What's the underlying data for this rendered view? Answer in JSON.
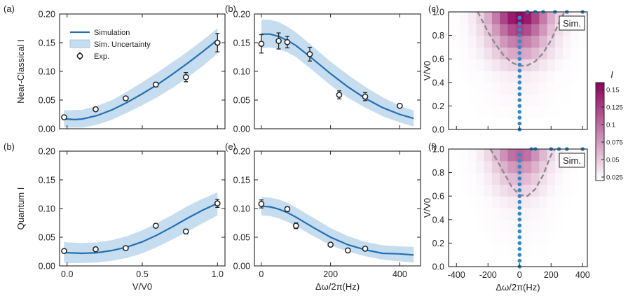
{
  "figure": {
    "ylabel_top": "Near-Classical I",
    "ylabel_bottom": "Quantum I",
    "colorbar_label": "I",
    "colorbar_ticks": [
      0.025,
      0.05,
      0.075,
      0.1,
      0.125,
      0.15
    ],
    "colorbar_min_color": "#ffffff",
    "colorbar_max_color": "#8c005a",
    "sim_line_color": "#2470b3",
    "band_color": "#c6dcef",
    "legend": [
      "Simulation",
      "Sim. Uncertainty",
      "Exp."
    ]
  },
  "chart_data": [
    {
      "panel": "(a)",
      "type": "line",
      "xlabel": "",
      "ylabel": "Near-Classical I",
      "xlim": [
        -0.05,
        1.05
      ],
      "ylim": [
        0,
        0.2
      ],
      "xticks": [
        0.0,
        0.5,
        1.0
      ],
      "xticklabels": [],
      "yticks": [
        0,
        0.05,
        0.1,
        0.15,
        0.2
      ],
      "yticklabels": [
        "0.00",
        "0.05",
        "0.10",
        "0.15",
        "0.20"
      ],
      "legend": [
        "Simulation",
        "Sim. Uncertainty",
        "Exp."
      ],
      "series": [
        {
          "name": "Simulation",
          "x": [
            -0.02,
            0.0,
            0.05,
            0.1,
            0.2,
            0.3,
            0.4,
            0.5,
            0.6,
            0.7,
            0.8,
            0.9,
            1.0
          ],
          "y": [
            0.018,
            0.017,
            0.016,
            0.017,
            0.023,
            0.033,
            0.046,
            0.061,
            0.077,
            0.095,
            0.114,
            0.134,
            0.155
          ]
        },
        {
          "name": "Sim. Uncertainty",
          "x": [
            -0.02,
            0.0,
            0.1,
            0.2,
            0.3,
            0.4,
            0.5,
            0.6,
            0.7,
            0.8,
            0.9,
            1.0
          ],
          "y_low": [
            0.003,
            0.002,
            0.002,
            0.007,
            0.016,
            0.028,
            0.041,
            0.055,
            0.071,
            0.089,
            0.109,
            0.131
          ],
          "y_high": [
            0.033,
            0.032,
            0.033,
            0.04,
            0.05,
            0.065,
            0.081,
            0.098,
            0.116,
            0.134,
            0.154,
            0.175
          ]
        },
        {
          "name": "Exp.",
          "x": [
            -0.02,
            0.19,
            0.39,
            0.59,
            0.79,
            1.0
          ],
          "y": [
            0.02,
            0.034,
            0.053,
            0.077,
            0.09,
            0.15
          ],
          "err": [
            0.002,
            0.003,
            0.003,
            0.004,
            0.008,
            0.016
          ]
        }
      ]
    },
    {
      "panel": "(b)",
      "type": "line",
      "xlabel": "",
      "ylabel": "",
      "xlim": [
        -20,
        460
      ],
      "ylim": [
        0,
        0.2
      ],
      "xticks": [
        0,
        200,
        400
      ],
      "xticklabels": [],
      "yticks": [
        0,
        0.05,
        0.1,
        0.15,
        0.2
      ],
      "yticklabels": [
        "0.00",
        "0.05",
        "0.10",
        "0.15",
        "0.20"
      ],
      "series": [
        {
          "name": "Simulation",
          "x": [
            0,
            25,
            50,
            75,
            100,
            150,
            200,
            250,
            300,
            350,
            400,
            440
          ],
          "y": [
            0.165,
            0.165,
            0.161,
            0.154,
            0.145,
            0.121,
            0.096,
            0.073,
            0.053,
            0.037,
            0.025,
            0.018
          ]
        },
        {
          "name": "Sim. Uncertainty",
          "x": [
            0,
            25,
            50,
            75,
            100,
            150,
            200,
            250,
            300,
            350,
            400,
            440
          ],
          "y_low": [
            0.14,
            0.142,
            0.139,
            0.133,
            0.125,
            0.101,
            0.076,
            0.054,
            0.037,
            0.022,
            0.011,
            0.004
          ],
          "y_high": [
            0.19,
            0.19,
            0.186,
            0.178,
            0.168,
            0.143,
            0.117,
            0.094,
            0.073,
            0.055,
            0.04,
            0.032
          ]
        },
        {
          "name": "Exp.",
          "x": [
            0,
            50,
            75,
            140,
            225,
            300,
            400
          ],
          "y": [
            0.148,
            0.153,
            0.151,
            0.13,
            0.059,
            0.056,
            0.04
          ],
          "err": [
            0.016,
            0.014,
            0.01,
            0.012,
            0.007,
            0.007,
            0.003
          ]
        }
      ]
    },
    {
      "panel": "(c)",
      "type": "heatmap",
      "xlabel": "",
      "ylabel": "V/V0",
      "xlim": [
        -450,
        430
      ],
      "ylim": [
        0,
        1.0
      ],
      "xticks": [
        -400,
        -200,
        0,
        200,
        400
      ],
      "xticklabels": [],
      "yticks": [
        0,
        0.2,
        0.4,
        0.6,
        0.8,
        1.0
      ],
      "yticklabels": [
        "0.0",
        "0.2",
        "0.4",
        "0.6",
        "0.8",
        "1.0"
      ],
      "annotation": "Sim.",
      "value_range": [
        0.02,
        0.16
      ],
      "x_centers": [
        -400,
        -350,
        -300,
        -250,
        -200,
        -150,
        -100,
        -50,
        0,
        50,
        100,
        150,
        200,
        250,
        300,
        350,
        400
      ],
      "v_centers": [
        0.05,
        0.15,
        0.25,
        0.35,
        0.45,
        0.55,
        0.65,
        0.75,
        0.85,
        0.95
      ],
      "peaks": [
        0.02,
        0.022,
        0.024,
        0.027,
        0.03,
        0.045,
        0.07,
        0.095,
        0.125,
        0.155
      ],
      "width_hz": 190,
      "boundary": {
        "x": [
          -265,
          -200,
          -150,
          -100,
          -50,
          0,
          50,
          100,
          150,
          200,
          255,
          285
        ],
        "y": [
          1.0,
          0.83,
          0.72,
          0.63,
          0.57,
          0.54,
          0.545,
          0.58,
          0.65,
          0.76,
          0.92,
          1.0
        ]
      },
      "sample_points": {
        "x": [
          0,
          0,
          0,
          0,
          0,
          0,
          0,
          0,
          0,
          0,
          0,
          0,
          0,
          0,
          0,
          0,
          0,
          0,
          0,
          0,
          50,
          100,
          150,
          225,
          300,
          400
        ],
        "y": [
          0,
          0.05,
          0.1,
          0.15,
          0.2,
          0.25,
          0.3,
          0.35,
          0.4,
          0.45,
          0.5,
          0.55,
          0.6,
          0.65,
          0.7,
          0.75,
          0.8,
          0.85,
          0.9,
          0.95,
          1.0,
          1.0,
          1.0,
          1.0,
          1.0,
          1.0
        ]
      }
    },
    {
      "panel": "(b)",
      "type": "line",
      "xlabel": "V/V0",
      "ylabel": "Quantum I",
      "xlim": [
        -0.05,
        1.05
      ],
      "ylim": [
        0,
        0.2
      ],
      "xticks": [
        0.0,
        0.5,
        1.0
      ],
      "xticklabels": [
        "0.0",
        "0.5",
        "1.0"
      ],
      "yticks": [
        0,
        0.05,
        0.1,
        0.15,
        0.2
      ],
      "yticklabels": [
        "0.00",
        "0.05",
        "0.10",
        "0.15",
        "0.20"
      ],
      "series": [
        {
          "name": "Simulation",
          "x": [
            -0.02,
            0.0,
            0.1,
            0.2,
            0.3,
            0.4,
            0.5,
            0.6,
            0.7,
            0.8,
            0.9,
            1.0
          ],
          "y": [
            0.024,
            0.023,
            0.022,
            0.023,
            0.027,
            0.033,
            0.042,
            0.054,
            0.068,
            0.083,
            0.097,
            0.109
          ]
        },
        {
          "name": "Sim. Uncertainty",
          "x": [
            -0.02,
            0.0,
            0.1,
            0.2,
            0.3,
            0.4,
            0.5,
            0.6,
            0.7,
            0.8,
            0.9,
            1.0
          ],
          "y_low": [
            0.006,
            0.005,
            0.005,
            0.006,
            0.009,
            0.014,
            0.022,
            0.033,
            0.046,
            0.06,
            0.074,
            0.088
          ],
          "y_high": [
            0.042,
            0.041,
            0.04,
            0.041,
            0.045,
            0.052,
            0.062,
            0.075,
            0.089,
            0.104,
            0.117,
            0.128
          ]
        },
        {
          "name": "Exp.",
          "x": [
            -0.02,
            0.19,
            0.39,
            0.59,
            0.79,
            1.0
          ],
          "y": [
            0.026,
            0.029,
            0.031,
            0.07,
            0.06,
            0.109
          ],
          "err": [
            0.002,
            0.002,
            0.003,
            0.002,
            0.004,
            0.007
          ]
        }
      ]
    },
    {
      "panel": "(e)",
      "type": "line",
      "xlabel": "Δω/2π(Hz)",
      "ylabel": "",
      "xlim": [
        -20,
        460
      ],
      "ylim": [
        0,
        0.2
      ],
      "xticks": [
        0,
        200,
        400
      ],
      "xticklabels": [
        "0",
        "200",
        "400"
      ],
      "yticks": [
        0,
        0.05,
        0.1,
        0.15,
        0.2
      ],
      "yticklabels": [
        "0.00",
        "0.05",
        "0.10",
        "0.15",
        "0.20"
      ],
      "series": [
        {
          "name": "Simulation",
          "x": [
            0,
            25,
            50,
            75,
            100,
            150,
            200,
            250,
            300,
            350,
            400,
            440
          ],
          "y": [
            0.104,
            0.103,
            0.099,
            0.093,
            0.085,
            0.067,
            0.05,
            0.037,
            0.028,
            0.022,
            0.021,
            0.019
          ]
        },
        {
          "name": "Sim. Uncertainty",
          "x": [
            0,
            25,
            50,
            75,
            100,
            150,
            200,
            250,
            300,
            350,
            400,
            440
          ],
          "y_low": [
            0.088,
            0.087,
            0.083,
            0.077,
            0.069,
            0.052,
            0.036,
            0.025,
            0.017,
            0.011,
            0.008,
            0.006
          ],
          "y_high": [
            0.12,
            0.119,
            0.116,
            0.11,
            0.102,
            0.084,
            0.066,
            0.052,
            0.042,
            0.036,
            0.034,
            0.033
          ]
        },
        {
          "name": "Exp.",
          "x": [
            0,
            75,
            100,
            200,
            250,
            300
          ],
          "y": [
            0.108,
            0.099,
            0.07,
            0.037,
            0.027,
            0.03
          ],
          "err": [
            0.007,
            0.004,
            0.005,
            0.003,
            0.002,
            0.002
          ]
        }
      ]
    },
    {
      "panel": "(f)",
      "type": "heatmap",
      "xlabel": "Δω/2π(Hz)",
      "ylabel": "V/V0",
      "xlim": [
        -450,
        430
      ],
      "ylim": [
        0,
        1.0
      ],
      "xticks": [
        -400,
        -200,
        0,
        200,
        400
      ],
      "xticklabels": [
        "-400",
        "-200",
        "0",
        "200",
        "400"
      ],
      "yticks": [
        0,
        0.2,
        0.4,
        0.6,
        0.8,
        1.0
      ],
      "yticklabels": [
        "0.0",
        "0.2",
        "0.4",
        "0.6",
        "0.8",
        "1.0"
      ],
      "annotation": "Sim.",
      "value_range": [
        0.02,
        0.16
      ],
      "x_centers": [
        -400,
        -350,
        -300,
        -250,
        -200,
        -150,
        -100,
        -50,
        0,
        50,
        100,
        150,
        200,
        250,
        300,
        350,
        400
      ],
      "v_centers": [
        0.05,
        0.15,
        0.25,
        0.35,
        0.45,
        0.55,
        0.65,
        0.75,
        0.85,
        0.95
      ],
      "peaks": [
        0.02,
        0.021,
        0.022,
        0.024,
        0.026,
        0.032,
        0.045,
        0.06,
        0.08,
        0.105
      ],
      "width_hz": 170,
      "boundary": {
        "x": [
          -185,
          -150,
          -100,
          -50,
          0,
          50,
          100,
          150,
          200,
          225
        ],
        "y": [
          1.0,
          0.92,
          0.8,
          0.68,
          0.61,
          0.6,
          0.66,
          0.78,
          0.95,
          1.0
        ]
      },
      "sample_points": {
        "x": [
          0,
          0,
          0,
          0,
          0,
          0,
          0,
          0,
          0,
          0,
          0,
          0,
          0,
          0,
          0,
          0,
          0,
          0,
          0,
          0,
          75,
          100,
          200,
          250,
          300,
          400
        ],
        "y": [
          0,
          0.05,
          0.1,
          0.15,
          0.2,
          0.25,
          0.3,
          0.35,
          0.4,
          0.45,
          0.5,
          0.55,
          0.6,
          0.65,
          0.7,
          0.75,
          0.8,
          0.85,
          0.9,
          0.95,
          1.0,
          1.0,
          1.0,
          1.0,
          1.0,
          1.0
        ]
      }
    }
  ]
}
